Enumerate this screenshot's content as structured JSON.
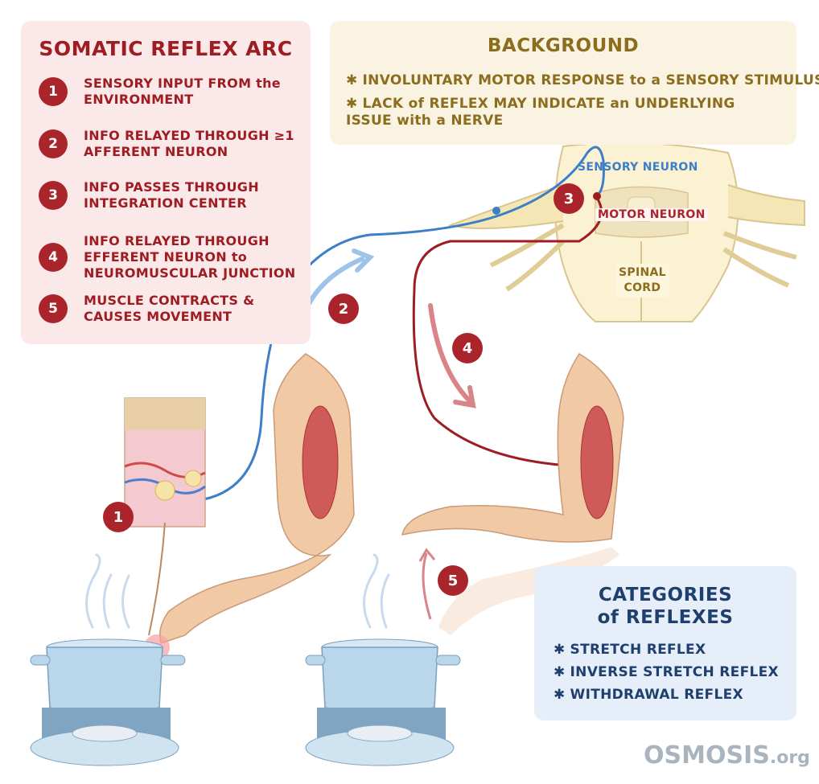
{
  "reflex_arc": {
    "title": "SOMATIC REFLEX ARC",
    "steps": [
      {
        "num": "1",
        "text": "SENSORY INPUT FROM the ENVIRONMENT"
      },
      {
        "num": "2",
        "text": "INFO RELAYED THROUGH ≥1 AFFERENT NEURON"
      },
      {
        "num": "3",
        "text": "INFO PASSES THROUGH INTEGRATION CENTER"
      },
      {
        "num": "4",
        "text": "INFO RELAYED THROUGH EFFERENT NEURON to NEUROMUSCULAR JUNCTION"
      },
      {
        "num": "5",
        "text": "MUSCLE CONTRACTS & CAUSES MOVEMENT"
      }
    ]
  },
  "background": {
    "title": "BACKGROUND",
    "items": [
      "INVOLUNTARY MOTOR RESPONSE to a SENSORY STIMULUS",
      "LACK of REFLEX MAY INDICATE an UNDERLYING ISSUE with a NERVE"
    ]
  },
  "categories": {
    "title_line1": "CATEGORIES",
    "title_line2": "of REFLEXES",
    "items": [
      "STRETCH REFLEX",
      "INVERSE STRETCH REFLEX",
      "WITHDRAWAL REFLEX"
    ]
  },
  "diagram": {
    "sensory_neuron_label": "SENSORY NEURON",
    "motor_neuron_label": "MOTOR NEURON",
    "spinal_cord_line1": "SPINAL",
    "spinal_cord_line2": "CORD",
    "markers": [
      "1",
      "2",
      "3",
      "4",
      "5"
    ]
  },
  "bullet_symbol": "✱",
  "logo": {
    "name": "OSMOSIS",
    "suffix": ".org"
  },
  "colors": {
    "red": "#a9252b",
    "sensory_blue": "#3c7fc6",
    "motor_red": "#9d1d23",
    "gold": "#8b6d1e",
    "navy": "#1f3f6e"
  }
}
